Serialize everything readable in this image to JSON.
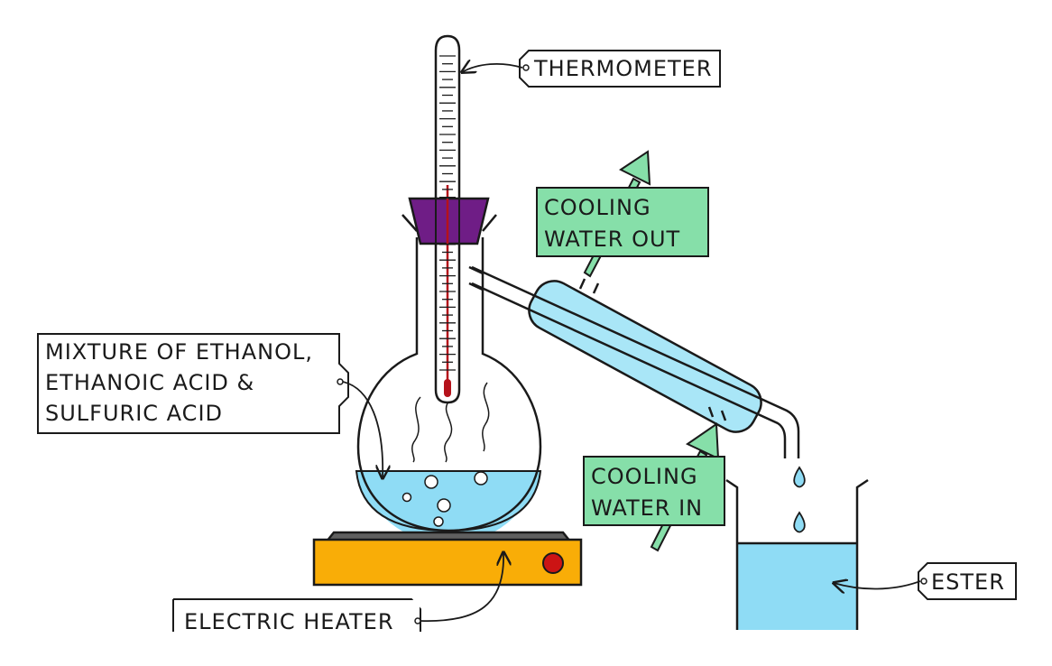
{
  "labels": {
    "thermometer": "THERMOMETER",
    "cooling_out_1": "COOLING",
    "cooling_out_2": "WATER OUT",
    "cooling_in_1": "COOLING",
    "cooling_in_2": "WATER IN",
    "mixture_1": "MIXTURE OF ETHANOL,",
    "mixture_2": "ETHANOIC ACID &",
    "mixture_3": "SULFURIC ACID",
    "heater": "ELECTRIC HEATER",
    "ester": "ESTER"
  },
  "colors": {
    "liquid": "#8fdcf5",
    "condenser_jacket": "#a9e6f7",
    "label_green": "#86dfa9",
    "arrow_green": "#86dfa9",
    "stopper": "#6f1d86",
    "mercury": "#b5121b",
    "heater_body": "#f9ad07",
    "heater_top": "#606060",
    "heater_knob": "#cc1414",
    "outline": "#1a1a1a"
  }
}
